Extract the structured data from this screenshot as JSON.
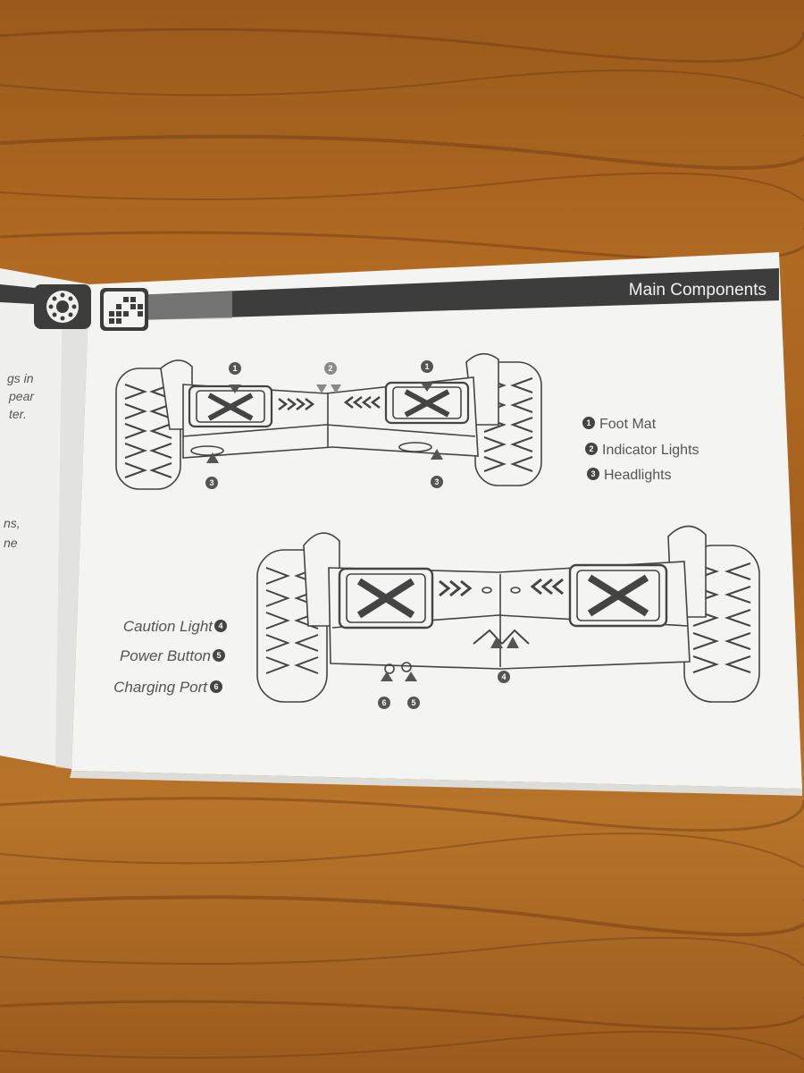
{
  "left_page": {
    "fragments": [
      "gs in",
      "pear",
      "ter.",
      "ns,",
      "ne"
    ]
  },
  "header": {
    "title": "Main Components",
    "left_icon": "speaker-grille-icon",
    "right_icon": "components-grid-icon"
  },
  "legend_top": [
    {
      "number": "1",
      "label": "Foot Mat"
    },
    {
      "number": "2",
      "label": "Indicator Lights"
    },
    {
      "number": "3",
      "label": "Headlights"
    }
  ],
  "legend_bottom": [
    {
      "number": "4",
      "label": "Caution Light"
    },
    {
      "number": "5",
      "label": "Power Button"
    },
    {
      "number": "6",
      "label": "Charging Port"
    }
  ],
  "callouts_top": [
    "1",
    "2",
    "1",
    "3",
    "3"
  ],
  "callouts_bottom": [
    "4",
    "6",
    "5"
  ],
  "colors": {
    "wood": "#a9651f",
    "paper": "#f4f4f2",
    "header_bar": "#3d3d3d",
    "text_gray": "#555555",
    "callout_gray": "#666666"
  }
}
